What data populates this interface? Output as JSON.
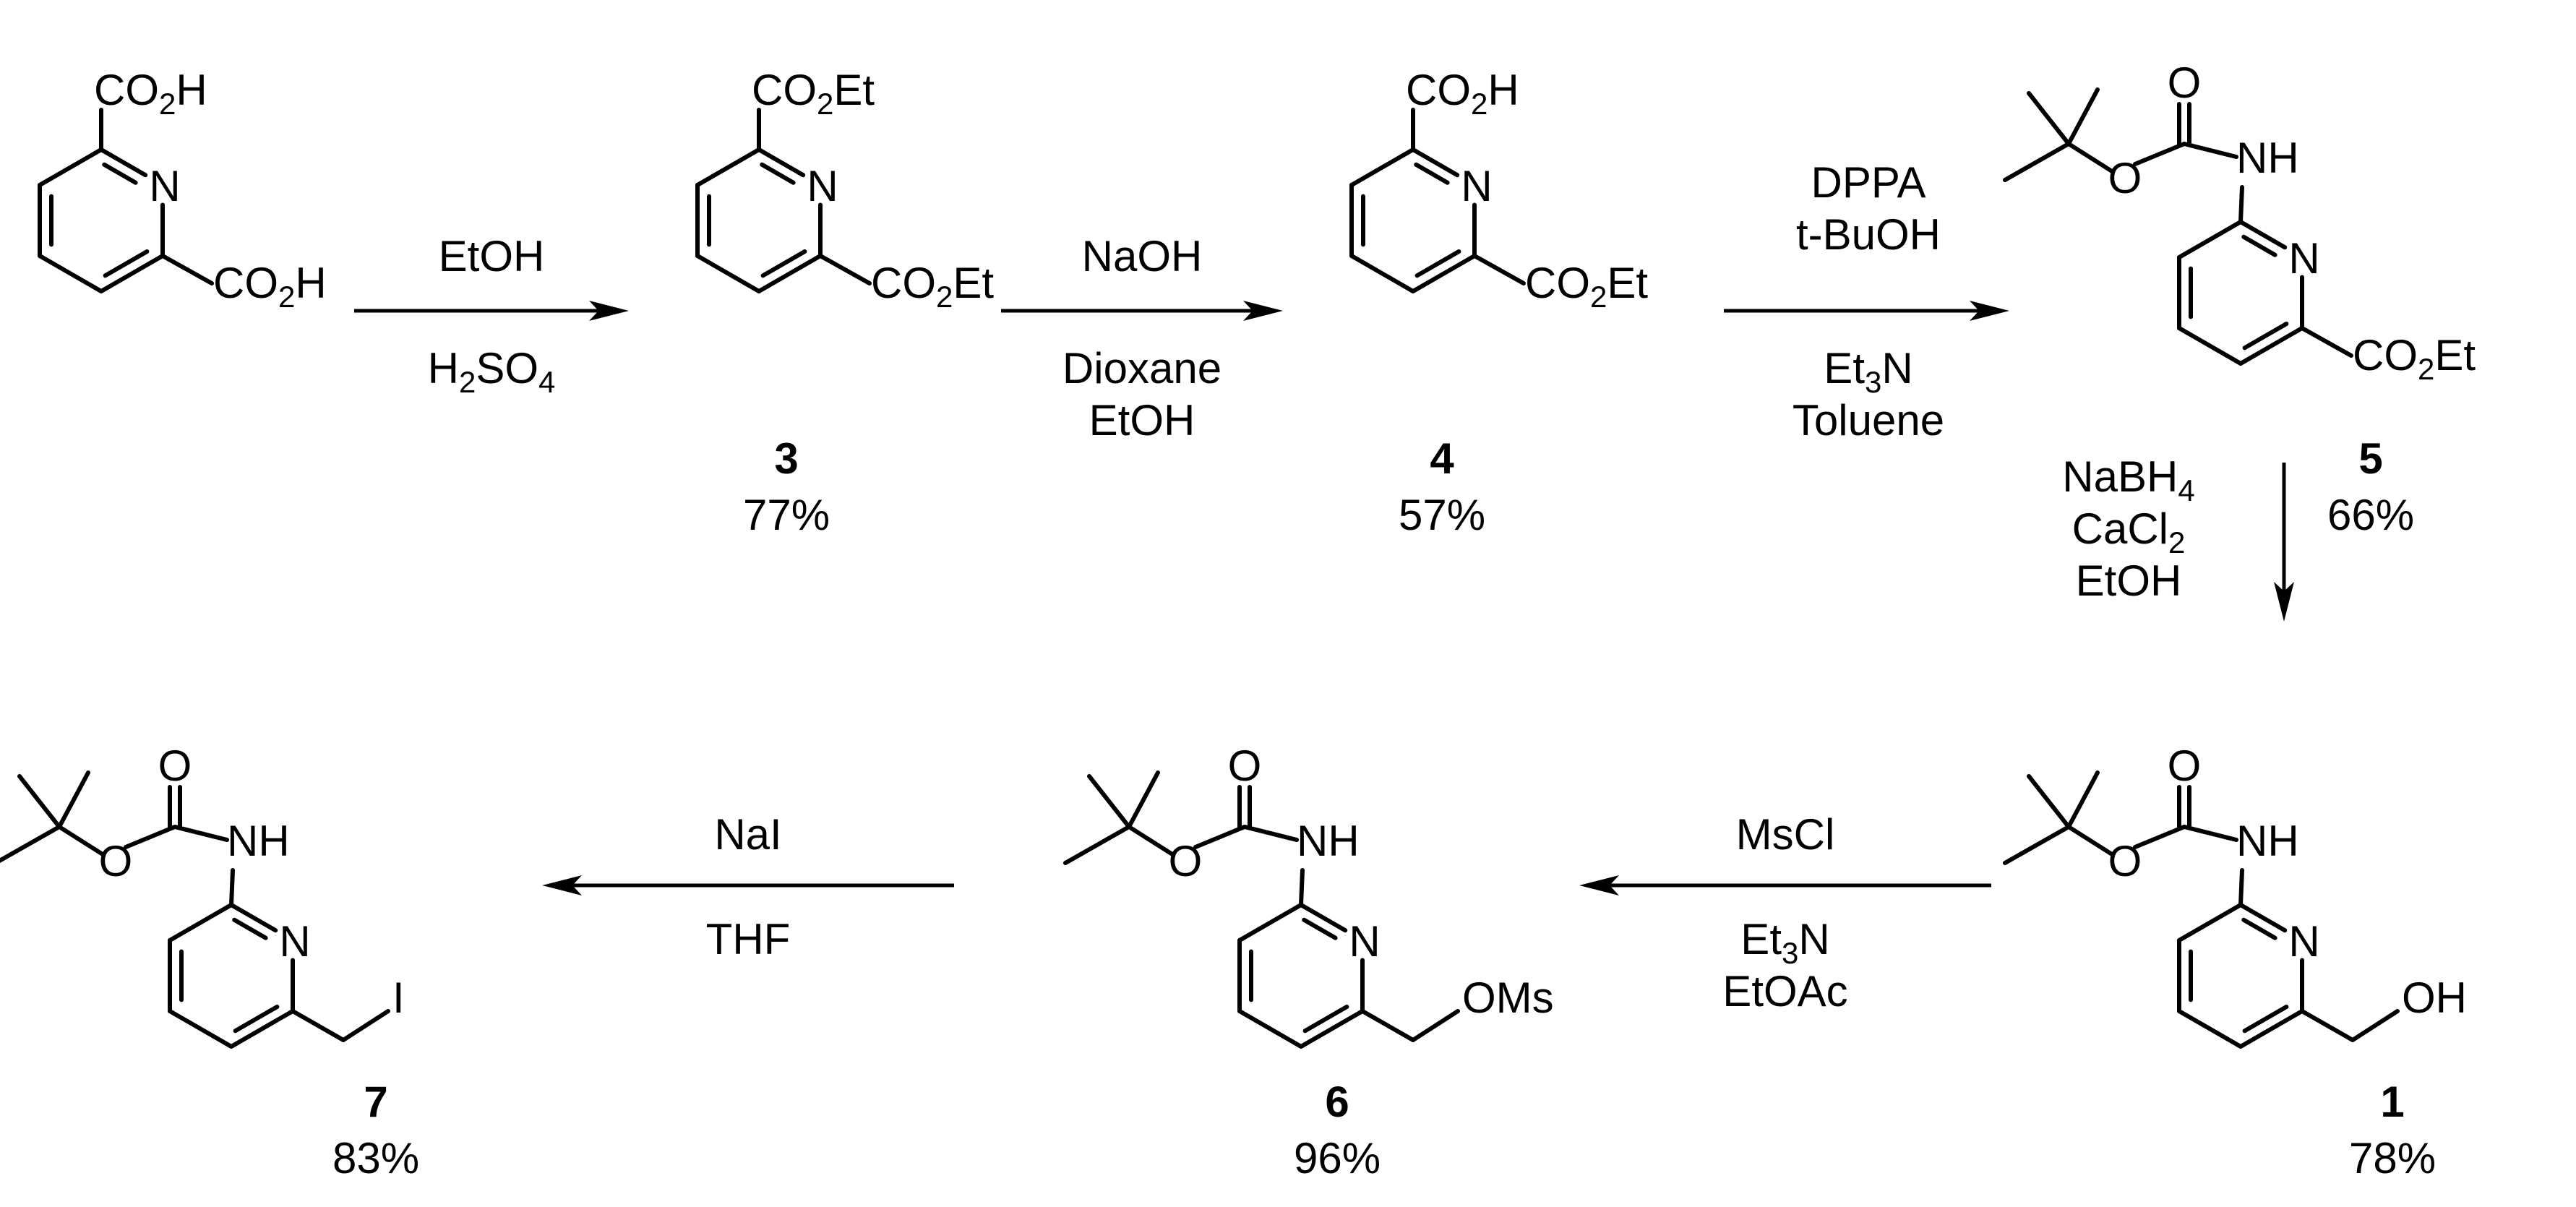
{
  "compounds": [
    {
      "id": "sm",
      "number": "",
      "yield": "",
      "groups": {
        "a": "CO2H",
        "b": "CO2H"
      }
    },
    {
      "id": "c3",
      "number": "3",
      "yield": "77%",
      "groups": {
        "a": "CO2Et",
        "b": "CO2Et"
      }
    },
    {
      "id": "c4",
      "number": "4",
      "yield": "57%",
      "groups": {
        "a": "CO2H",
        "b": "CO2Et"
      }
    },
    {
      "id": "c5",
      "number": "5",
      "yield": "66%",
      "groups": {
        "nh": "NH",
        "o_carbonyl": "O",
        "o_ester": "O",
        "b": "CO2Et"
      }
    },
    {
      "id": "c1",
      "number": "1",
      "yield": "78%",
      "groups": {
        "nh": "NH",
        "o_carbonyl": "O",
        "o_ester": "O",
        "b": "OH"
      }
    },
    {
      "id": "c6",
      "number": "6",
      "yield": "96%",
      "groups": {
        "nh": "NH",
        "o_carbonyl": "O",
        "o_ester": "O",
        "b": "OMs"
      }
    },
    {
      "id": "c7",
      "number": "7",
      "yield": "83%",
      "groups": {
        "nh": "NH",
        "o_carbonyl": "O",
        "o_ester": "O",
        "b": "I"
      }
    }
  ],
  "ring_atom": "N",
  "steps": [
    {
      "id": "step1",
      "from": "sm",
      "to": "3",
      "above": [
        "EtOH"
      ],
      "below": [
        "H2SO4"
      ]
    },
    {
      "id": "step2",
      "from": "3",
      "to": "4",
      "above": [
        "NaOH"
      ],
      "below": [
        "Dioxane",
        "EtOH"
      ]
    },
    {
      "id": "step3",
      "from": "4",
      "to": "5",
      "above": [
        "DPPA",
        "t-BuOH"
      ],
      "below": [
        "Et3N",
        "Toluene"
      ]
    },
    {
      "id": "step4",
      "from": "5",
      "to": "1",
      "side": [
        "NaBH4",
        "CaCl2",
        "EtOH"
      ]
    },
    {
      "id": "step5",
      "from": "1",
      "to": "6",
      "above": [
        "MsCl"
      ],
      "below": [
        "Et3N",
        "EtOAc"
      ]
    },
    {
      "id": "step6",
      "from": "6",
      "to": "7",
      "above": [
        "NaI"
      ],
      "below": [
        "THF"
      ]
    }
  ]
}
